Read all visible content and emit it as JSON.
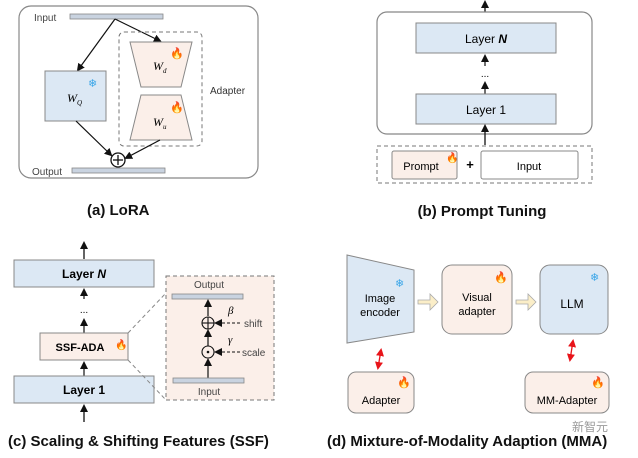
{
  "panels": {
    "a": {
      "caption": "(a) LoRA",
      "input_label": "Input",
      "output_label": "Output",
      "wq_label": "W",
      "wq_sub": "Q",
      "wd_label": "W",
      "wd_sub": "d",
      "wu_label": "W",
      "wu_sub": "u",
      "adapter_label": "Adapter",
      "plus_symbol": "+"
    },
    "b": {
      "caption": "(b) Prompt Tuning",
      "layer_n_prefix": "Layer ",
      "layer_n_suffix": "N",
      "ellipsis": "...",
      "layer_1": "Layer 1",
      "prompt": "Prompt",
      "plus": "+",
      "input": "Input"
    },
    "c": {
      "caption": "(c) Scaling & Shifting Features (SSF)",
      "layer_n_prefix": "Layer ",
      "layer_n_suffix": "N",
      "ellipsis": "...",
      "ssf_ada": "SSF-ADA",
      "layer_1": "Layer 1",
      "output_label": "Output",
      "input_label": "Input",
      "beta": "β",
      "gamma": "γ",
      "shift": "shift",
      "scale": "scale"
    },
    "d": {
      "caption": "(d) Mixture-of-Modality Adaption (MMA)",
      "image_encoder_line1": "Image",
      "image_encoder_line2": "encoder",
      "visual_adapter_line1": "Visual",
      "visual_adapter_line2": "adapter",
      "llm": "LLM",
      "adapter": "Adapter",
      "mm_adapter": "MM-Adapter"
    }
  },
  "icons": {
    "frozen": "❄",
    "trainable": "🔥"
  },
  "watermark": "新智元",
  "colors": {
    "frozen_fill": "#dce8f4",
    "trainable_fill": "#fbefe9",
    "bar_fill": "#c9d3e0",
    "border": "#7a7a7a",
    "red_arrow": "#e8141a",
    "block_arrow_fill": "#fbeec8",
    "snowflake": "#3aa6e8"
  }
}
